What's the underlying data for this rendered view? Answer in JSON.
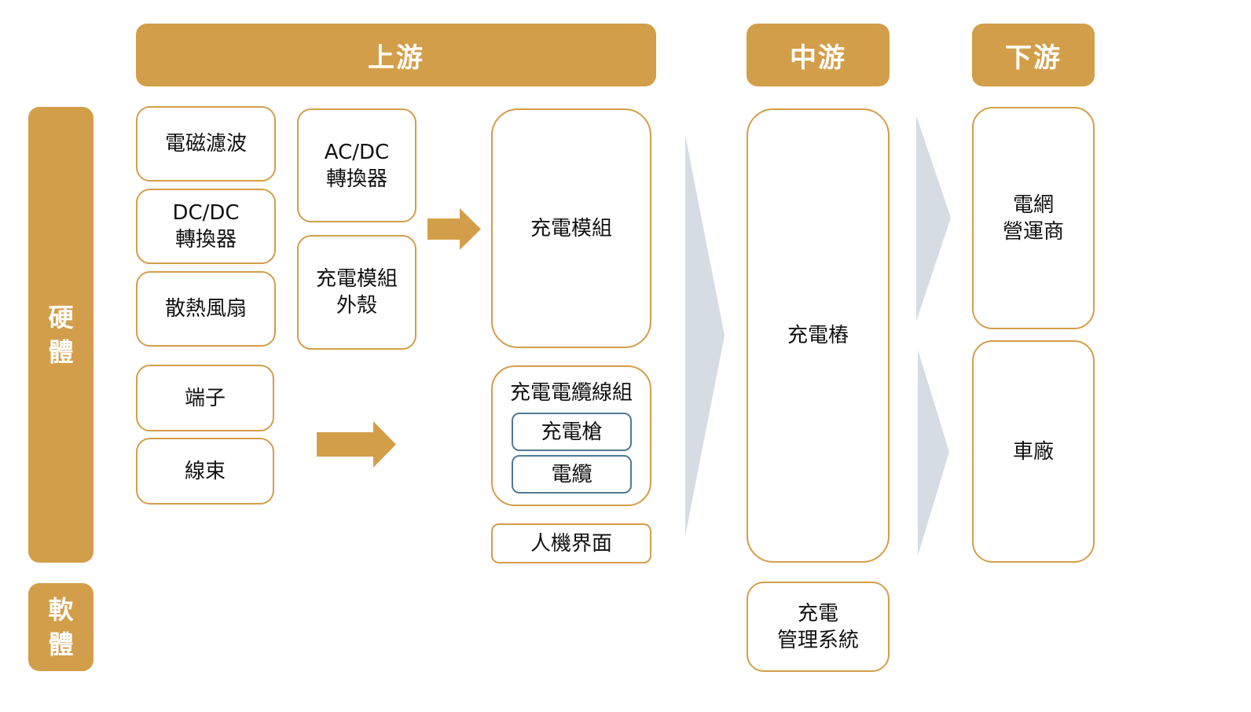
{
  "headers": {
    "upstream": "上游",
    "midstream": "中游",
    "downstream": "下游"
  },
  "row_labels": {
    "hardware": "硬體",
    "software": "軟體"
  },
  "upstream": {
    "components_col1": [
      "電磁濾波",
      "DC/DC\n轉換器",
      "散熱風扇"
    ],
    "components_col2": [
      "AC/DC\n轉換器",
      "充電模組\n外殼"
    ],
    "cable_parts": [
      "端子",
      "線束"
    ],
    "charging_module": "充電模組",
    "cable_group": {
      "title": "充電電纜線組",
      "items": [
        "充電槍",
        "電纜"
      ]
    },
    "hmi": "人機界面"
  },
  "midstream": {
    "charging_pile": "充電樁",
    "management_system": "充電\n管理系統"
  },
  "downstream": {
    "grid_operator": "電網\n營運商",
    "automaker": "車廠"
  },
  "colors": {
    "accent": "#D39E4A",
    "inner_border": "#4E7A93",
    "chevron": "#D6DCE4"
  },
  "icons": {
    "flow_arrow": "right-arrow-icon",
    "stage_chevron": "chevron-right-icon"
  }
}
